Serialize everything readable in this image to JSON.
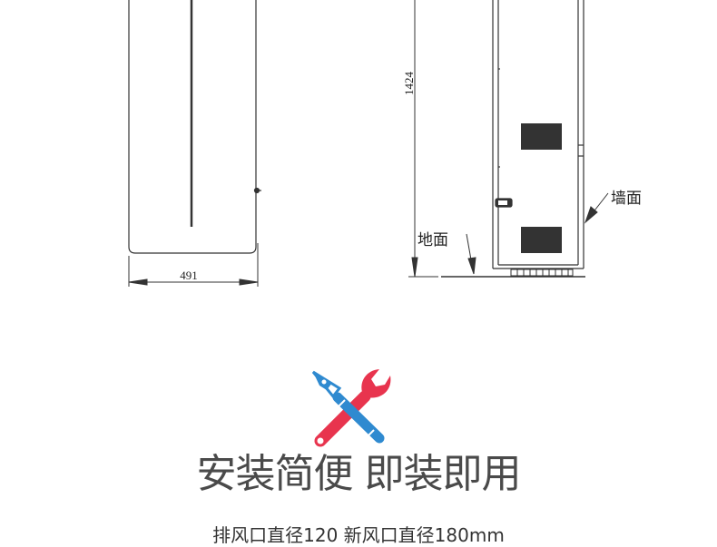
{
  "diagram": {
    "dimension_width": "491",
    "dimension_height": "1424",
    "label_floor": "地面",
    "label_wall": "墙面"
  },
  "icon": {
    "name": "tools-pen-wrench-icon",
    "colors": {
      "wrench": "#e8344e",
      "pen": "#2f8ad0"
    }
  },
  "headline": "安装简便 即装即用",
  "subline": "排风口直径120    新风口直径180mm"
}
